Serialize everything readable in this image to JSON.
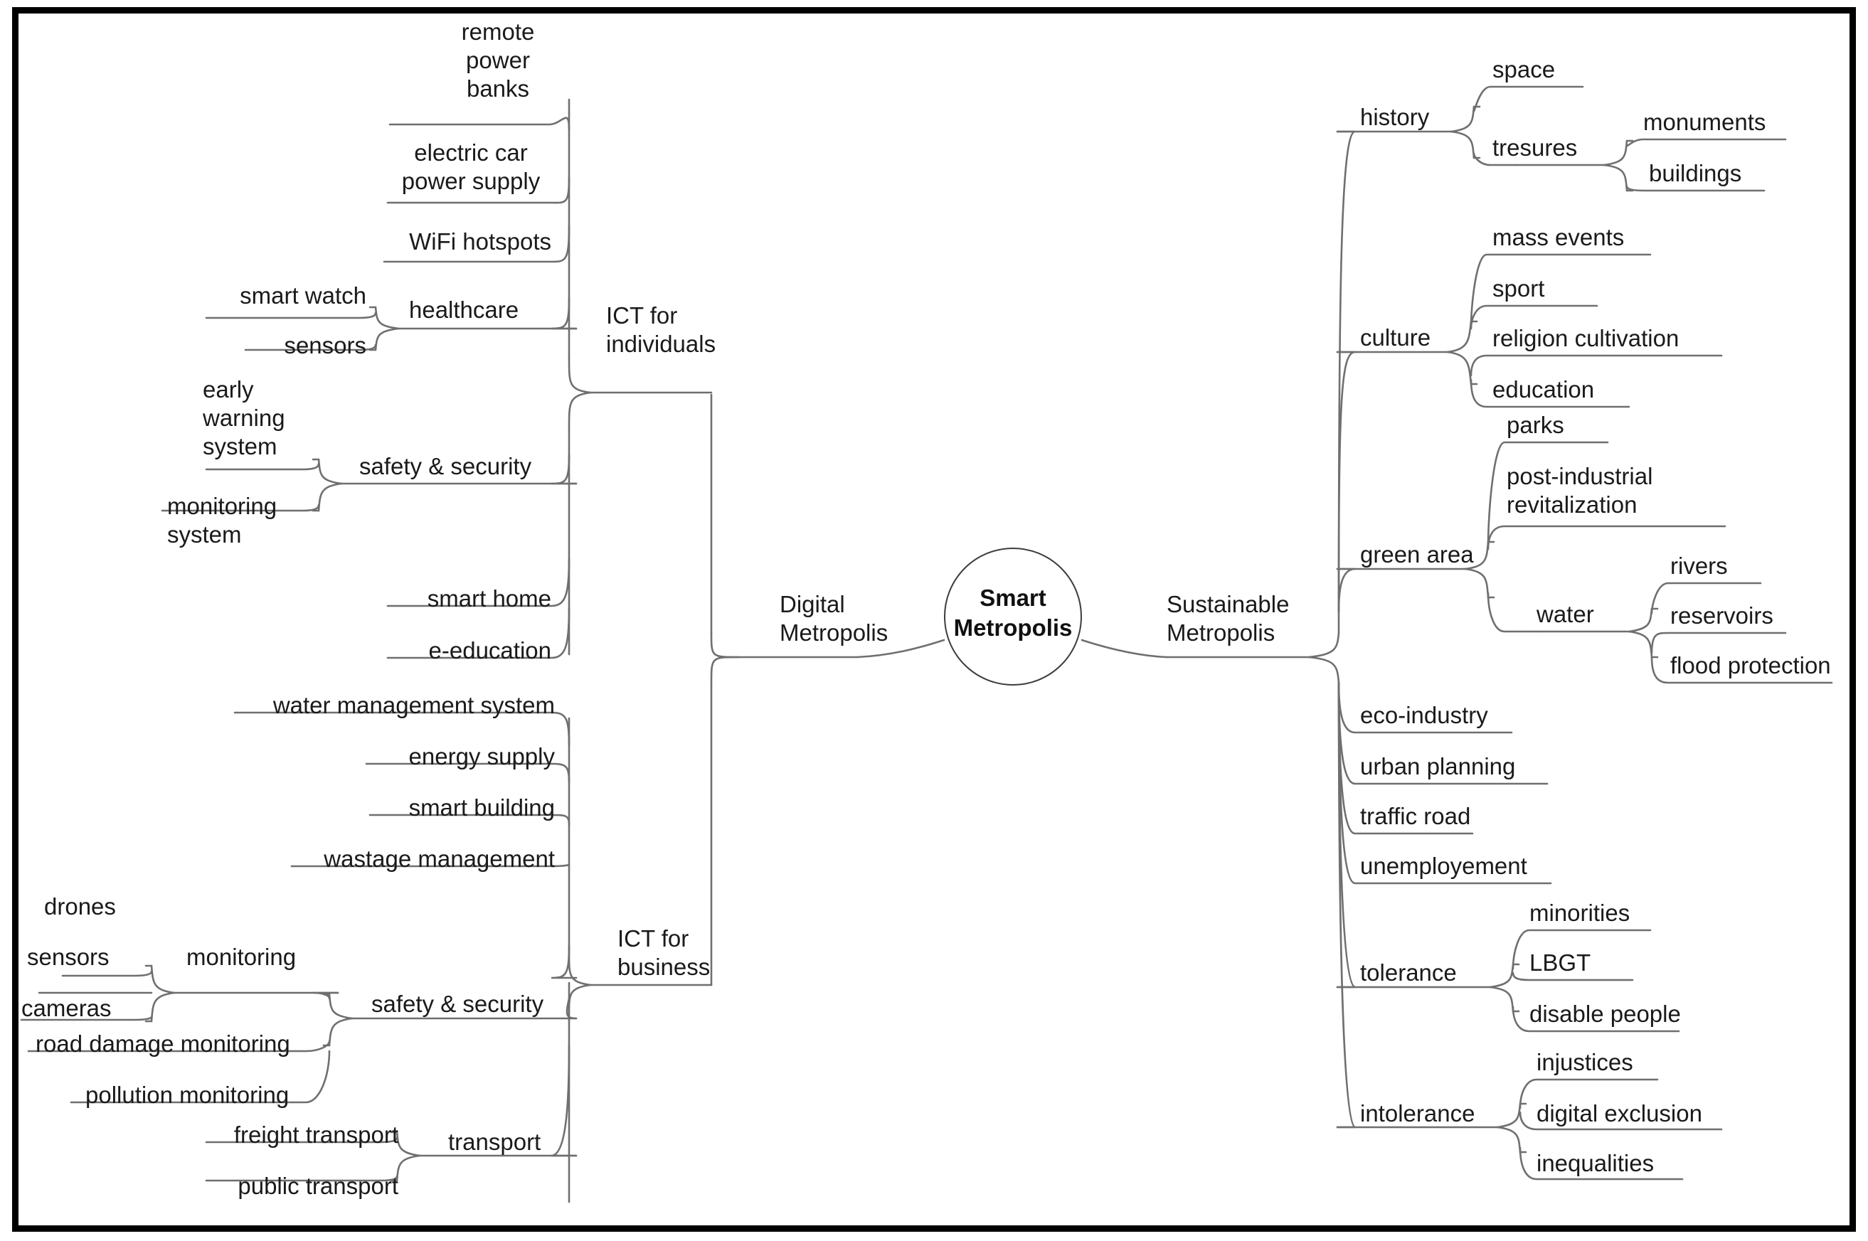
{
  "diagram": {
    "title": "Smart Metropolis mind map",
    "center": {
      "label": "Smart\nMetropolis"
    },
    "branches": {
      "digital": {
        "label": "Digital\nMetropolis"
      },
      "sustainable": {
        "label": "Sustainable\nMetropolis"
      },
      "ict_individuals": {
        "label": "ICT for\nindividuals"
      },
      "ict_business": {
        "label": "ICT for\nbusiness"
      }
    },
    "nodes": {
      "remote_power_banks": "remote\npower\nbanks",
      "electric_car_power_supply": "electric car\npower supply",
      "wifi_hotspots": "WiFi hotspots",
      "healthcare": "healthcare",
      "smart_watch": "smart watch",
      "sensors_health": "sensors",
      "safety_security_ind": "safety & security",
      "early_warning_system": "early\nwarning\nsystem",
      "monitoring_system": "monitoring\nsystem",
      "smart_home": "smart home",
      "e_education": "e-education",
      "water_management_system": "water management system",
      "energy_supply": "energy supply",
      "smart_building": "smart building",
      "wastage_management": "wastage management",
      "safety_security_bus": "safety & security",
      "monitoring": "monitoring",
      "drones": "drones",
      "sensors_mon": "sensors",
      "cameras": "cameras",
      "road_damage_monitoring": "road damage monitoring",
      "pollution_monitoring": "pollution monitoring",
      "transport": "transport",
      "freight_transport": "freight transport",
      "public_transport": "public transport",
      "history": "history",
      "space": "space",
      "tresures": "tresures",
      "monuments": "monuments",
      "buildings": "buildings",
      "culture": "culture",
      "mass_events": "mass events",
      "sport": "sport",
      "religion_cultivation": "religion cultivation",
      "education": "education",
      "green_area": "green area",
      "parks": "parks",
      "post_industrial_revitalization": "post-industrial\nrevitalization",
      "water": "water",
      "rivers": "rivers",
      "reservoirs": "reservoirs",
      "flood_protection": "flood protection",
      "eco_industry": "eco-industry",
      "urban_planning": "urban planning",
      "traffic_road": "traffic road",
      "unemployement": "unemployement",
      "tolerance": "tolerance",
      "minorities": "minorities",
      "lbgt": "LBGT",
      "disable_people": "disable people",
      "intolerance": "intolerance",
      "injustices": "injustices",
      "digital_exclusion": "digital exclusion",
      "inequalities": "inequalities"
    },
    "colors": {
      "line": "#6f6f6f",
      "text": "#1a1a1a",
      "frame": "#000000",
      "background": "#ffffff"
    }
  }
}
